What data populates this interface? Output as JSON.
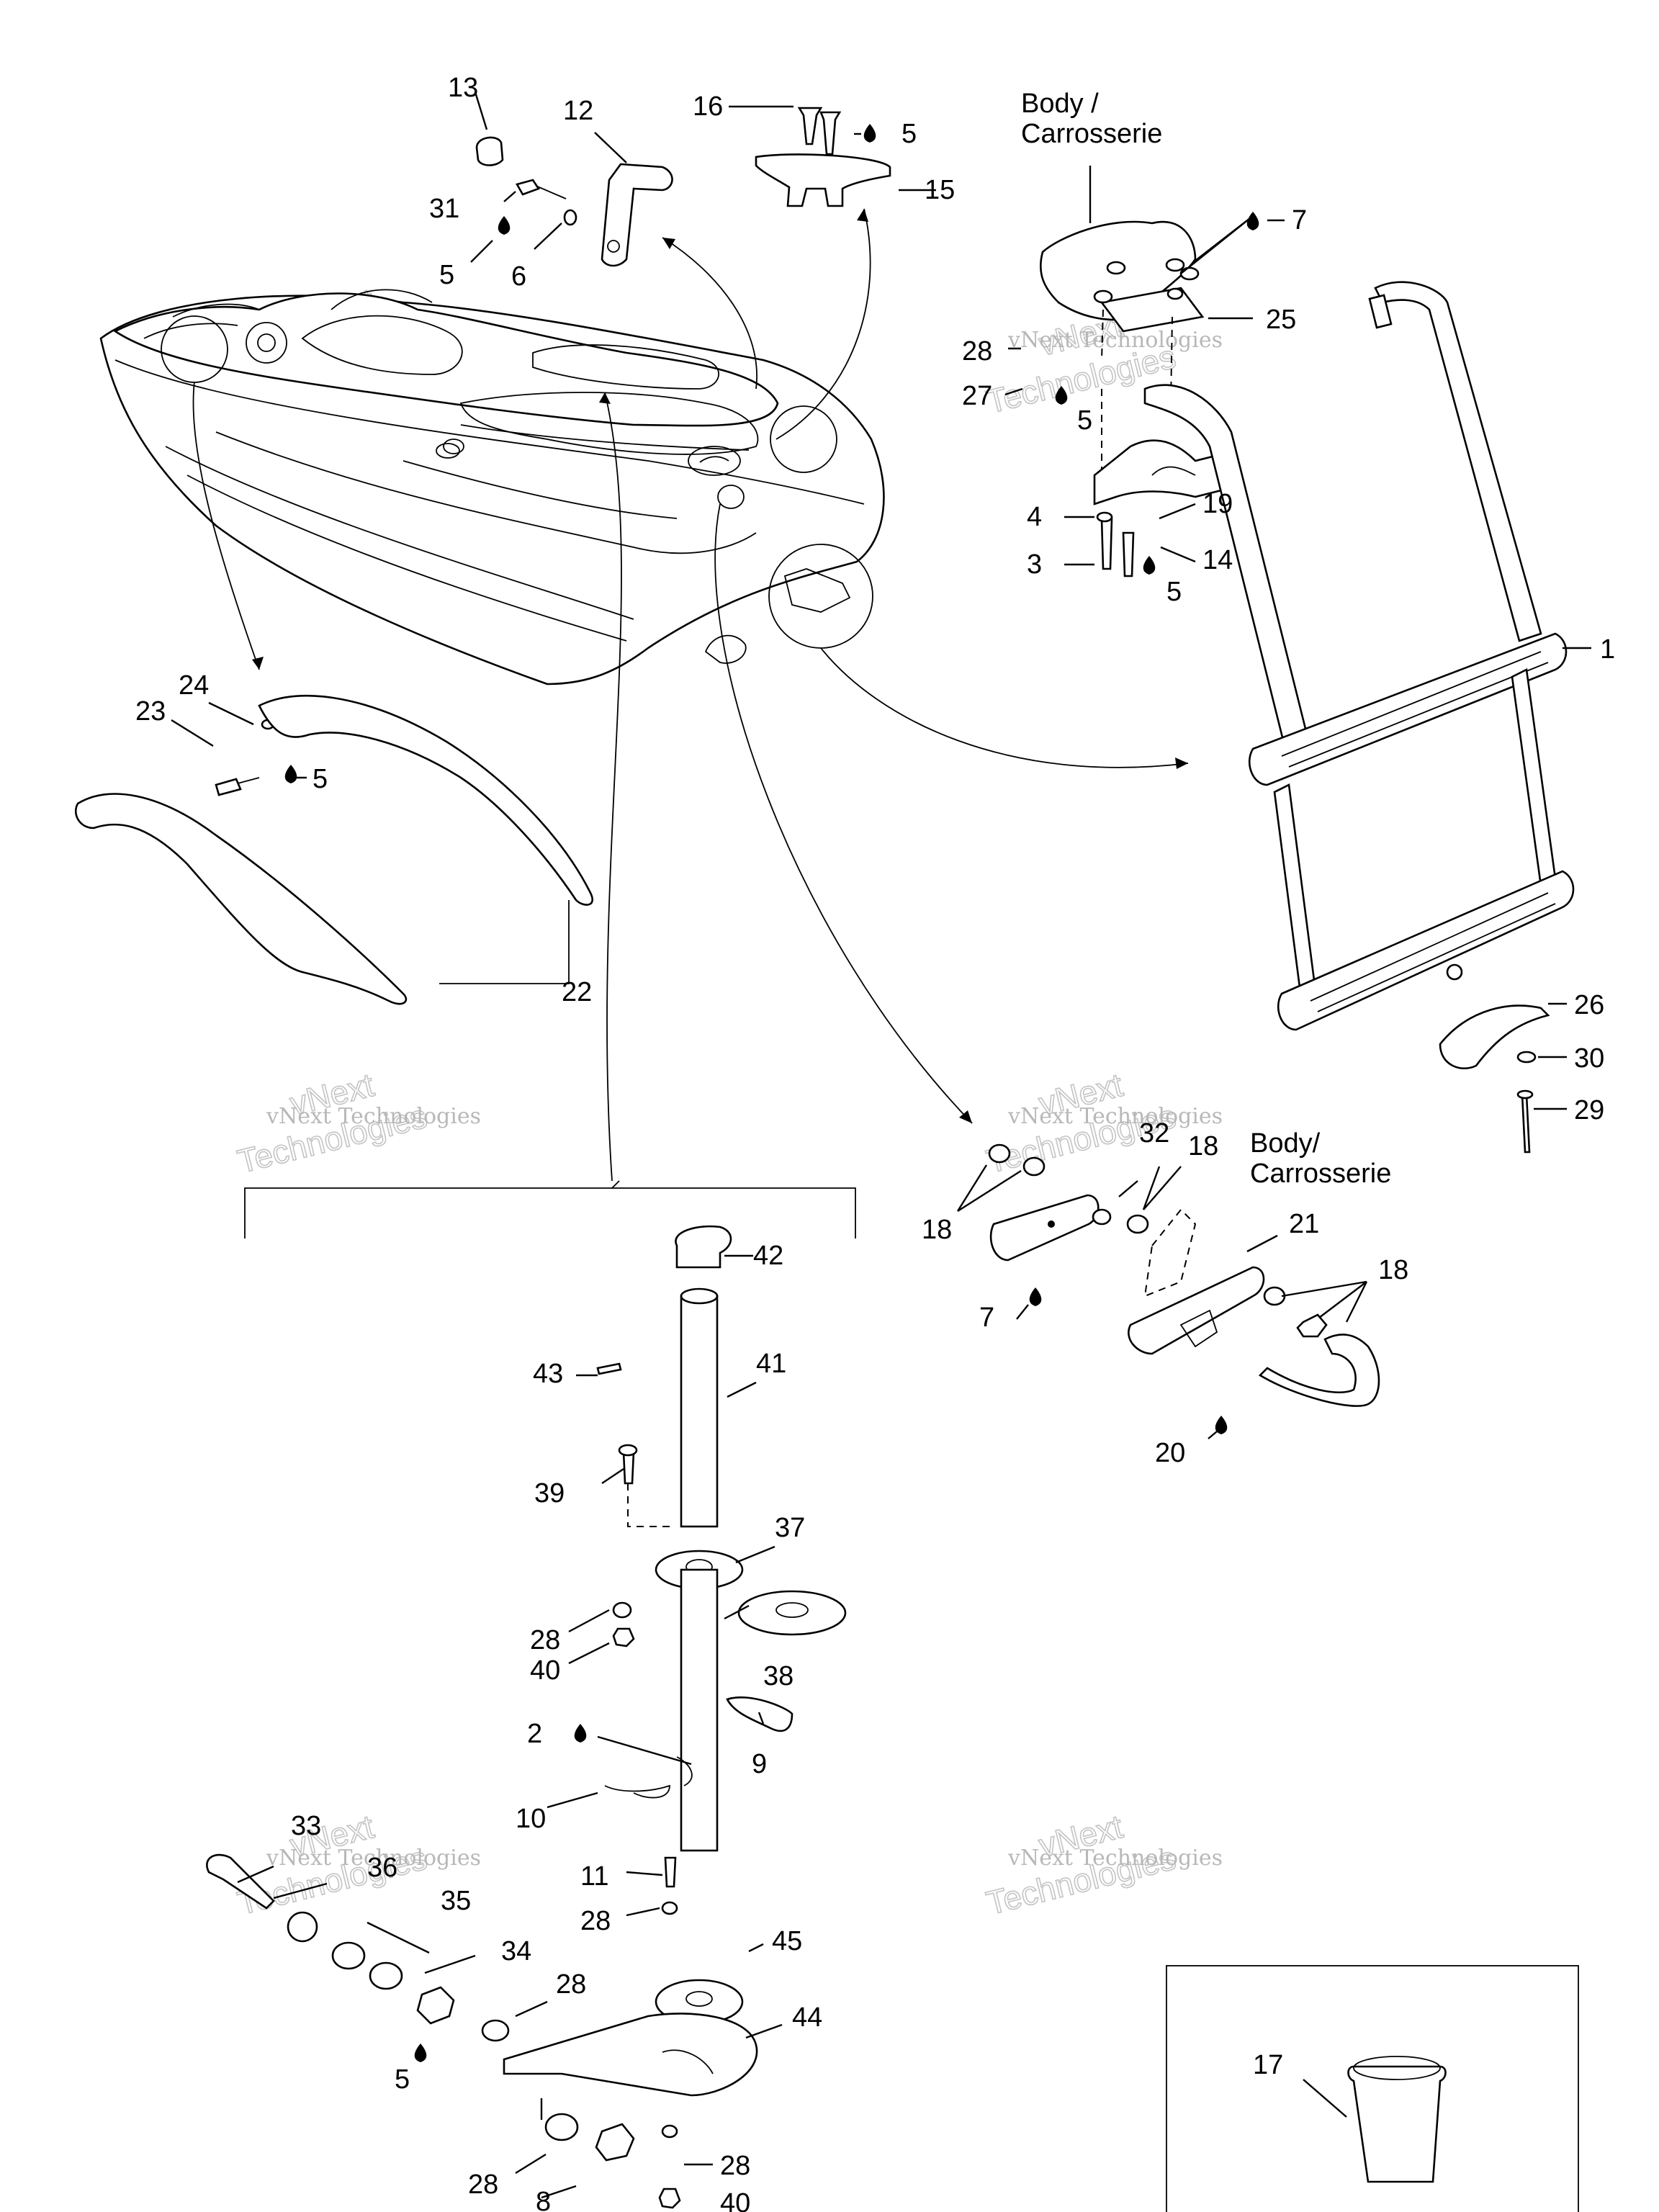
{
  "labels": {
    "l1": "1",
    "l2": "2",
    "l3": "3",
    "l4": "4",
    "l5a": "5",
    "l5b": "5",
    "l5c": "5",
    "l5d": "5",
    "l5e": "5",
    "l5f": "5",
    "l6": "6",
    "l7a": "7",
    "l7b": "7",
    "l8": "8",
    "l9": "9",
    "l10": "10",
    "l11": "11",
    "l12": "12",
    "l13": "13",
    "l14": "14",
    "l15": "15",
    "l16": "16",
    "l17": "17",
    "l18a": "18",
    "l18b": "18",
    "l18c": "18",
    "l19": "19",
    "l20": "20",
    "l21": "21",
    "l22": "22",
    "l23": "23",
    "l24": "24",
    "l25": "25",
    "l26": "26",
    "l27": "27",
    "l28a": "28",
    "l28b": "28",
    "l28c": "28",
    "l28d": "28",
    "l28e": "28",
    "l28f": "28",
    "l29": "29",
    "l30": "30",
    "l31": "31",
    "l32": "32",
    "l33": "33",
    "l34": "34",
    "l35": "35",
    "l36": "36",
    "l37": "37",
    "l38": "38",
    "l39": "39",
    "l40a": "40",
    "l40b": "40",
    "l41": "41",
    "l42": "42",
    "l43": "43",
    "l44": "44",
    "l45": "45"
  },
  "headers": {
    "body_top_line1": "Body /",
    "body_top_line2": "Carrosserie",
    "body_mid_line1": "Body/",
    "body_mid_line2": "Carrosserie"
  },
  "watermark": {
    "line1": "vNext Technologies",
    "line2": "Technologies",
    "line3": "vNext"
  }
}
